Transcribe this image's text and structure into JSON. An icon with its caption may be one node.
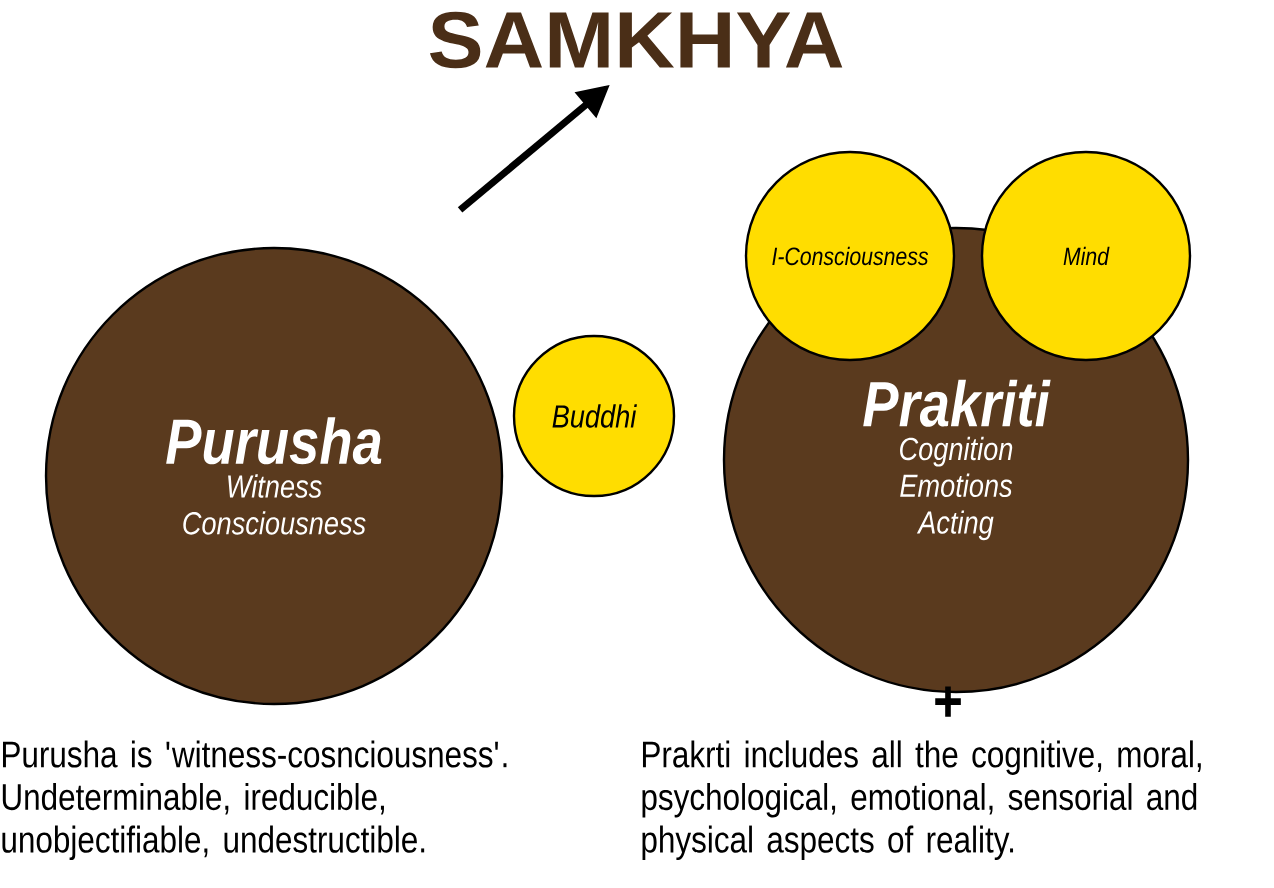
{
  "diagram": {
    "nodes": [
      {
        "text": [
          "SAMKHYA"
        ]
      },
      {
        "text": [
          "Purusha",
          "Witness Consciousness"
        ],
        "beside": [
          "Purusha is 'witness-cosnciousness'. Undeterminable, ireducible, unobjectifiable, undestructible."
        ]
      },
      {
        "text": [
          "I-Consciousness"
        ]
      },
      {
        "text": [
          "Mind"
        ]
      },
      {
        "text": [
          "Buddhi"
        ]
      },
      {
        "text": [
          "Prakriti",
          "Cognition Emotions Acting"
        ],
        "beside": [
          "Prakrti includes all the cognitive, moral, psychological, emotional, sensorial and physical aspects of reality."
        ]
      }
    ],
    "edges": [
      {
        "from": 1,
        "to": 0,
        "arrow": "to"
      }
    ],
    "labels": [
      "+"
    ]
  }
}
